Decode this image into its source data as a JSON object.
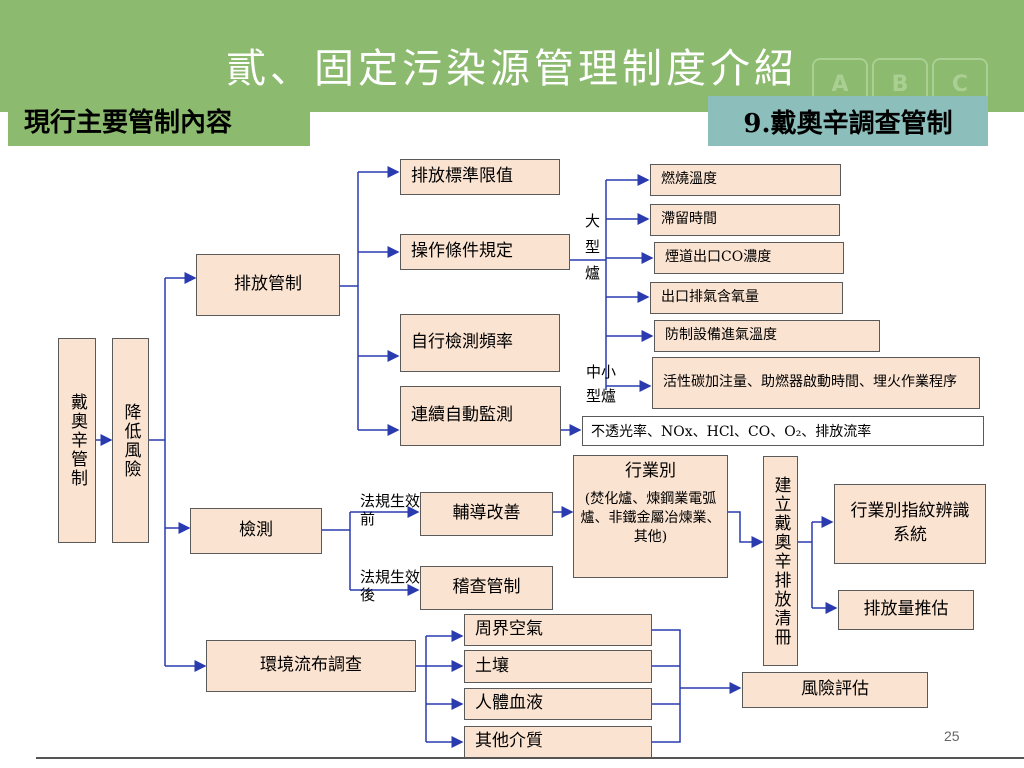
{
  "slide": {
    "title": "貳、固定污染源管理制度介紹",
    "tag_left": "現行主要管制內容",
    "tag_right": "9.戴奧辛調查管制",
    "deco_letters": [
      "A",
      "B",
      "C"
    ],
    "page_number": "25"
  },
  "diagram": {
    "root": "戴奧辛管制",
    "reduce_risk": "降低風險",
    "emission_control": "排放管制",
    "testing": "檢測",
    "environment_survey": "環境流布調查",
    "emission_standard": "排放標準限值",
    "operating_conditions": "操作條件規定",
    "self_monitoring": "自行檢測頻率",
    "continuous_monitoring": "連續自動監測",
    "large_furnace_label": "大型爐",
    "small_furnace_label": "中小型爐",
    "large_items": [
      "燃燒溫度",
      "滯留時間",
      "煙道出口CO濃度",
      "出口排氣含氧量",
      "防制設備進氣溫度"
    ],
    "small_item": "活性碳加注量、助燃器啟動時間、埋火作業程序",
    "cems_params": "不透光率、NOx、HCl、CO、O₂、排放流率",
    "before_rule": "法規生效前",
    "after_rule": "法規生效後",
    "guidance": "輔導改善",
    "audit": "稽查管制",
    "industry_title": "行業別",
    "industry_detail": "(焚化爐、煉鋼業電弧爐、非鐵金屬冶煉業、其他)",
    "inventory": "建立戴奧辛排放清冊",
    "fingerprint": "行業別指紋辨識系統",
    "emission_estimate": "排放量推估",
    "env_items": [
      "周界空氣",
      "土壤",
      "人體血液",
      "其他介質"
    ],
    "risk_assessment": "風險評估"
  },
  "colors": {
    "header_green": "#8cba6e",
    "tag_teal": "#8cbebc",
    "box_fill": "#fbe3d1",
    "line_blue": "#2a3bb0"
  }
}
